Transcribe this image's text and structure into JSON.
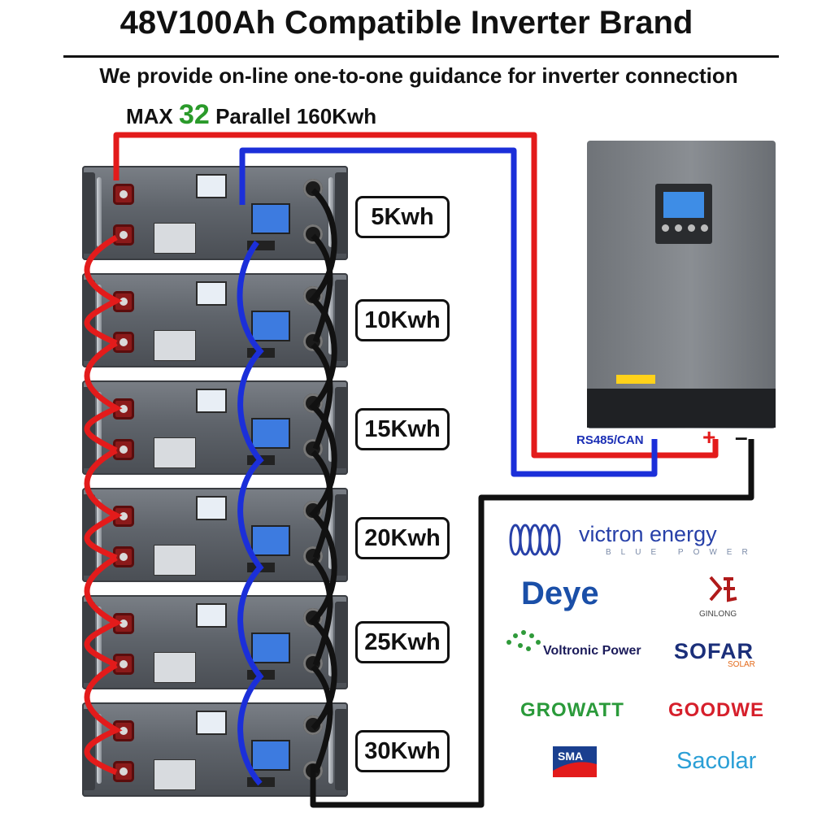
{
  "title": "48V100Ah Compatible Inverter Brand",
  "subtitle": "We provide on-line one-to-one guidance for inverter connection",
  "parallel": {
    "prefix": "MAX",
    "count": "32",
    "suffix": "Parallel 160Kwh"
  },
  "capacity_labels": [
    "5Kwh",
    "10Kwh",
    "15Kwh",
    "20Kwh",
    "25Kwh",
    "30Kwh"
  ],
  "inverter": {
    "comm_label": "RS485/CAN",
    "plus_label": "+",
    "minus_label": "–"
  },
  "brands": {
    "victron": "victron energy",
    "victron_tag": "BLUE POWER",
    "deye": "Deye",
    "ginlong": "GINLONG",
    "voltronic": "Voltronic Power",
    "sofar": "SOFAR",
    "sofar_tag": "SOLAR",
    "growatt": "GROWATT",
    "goodwe": "GOODWE",
    "sma": "SMA",
    "sacolar": "Sacolar"
  },
  "colors": {
    "positive_cable": "#e31b1b",
    "negative_cable": "#111111",
    "comm_cable": "#1b2fd9",
    "parallel_count": "#2a9a2a"
  }
}
